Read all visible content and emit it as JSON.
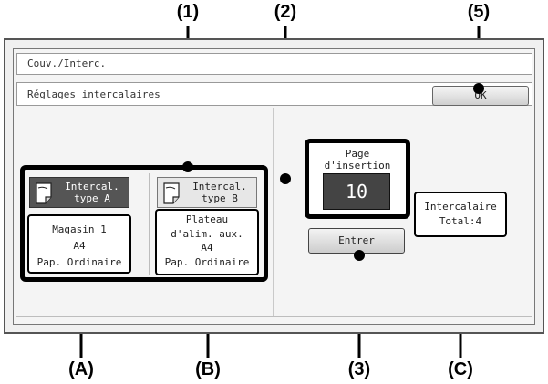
{
  "screen": {
    "title": "Couv./Interc.",
    "subtitle": "Réglages intercalaires",
    "ok_label": "OK"
  },
  "insert_types": [
    {
      "label_line1": "Intercal.",
      "label_line2": "type A",
      "selected": true,
      "source": [
        "Magasin 1",
        "A4",
        "Pap. Ordinaire"
      ]
    },
    {
      "label_line1": "Intercal.",
      "label_line2": "type B",
      "selected": false,
      "source": [
        "Plateau",
        "d'alim. aux.",
        "A4",
        "Pap. Ordinaire"
      ]
    }
  ],
  "page_insertion": {
    "label_line1": "Page",
    "label_line2": "d'insertion",
    "value": "10"
  },
  "entrer_label": "Entrer",
  "total": {
    "line1": "Intercalaire",
    "line2": "Total:4"
  },
  "callouts": {
    "c1": "(1)",
    "c2": "(2)",
    "c3": "(3)",
    "c5": "(5)",
    "cA": "(A)",
    "cB": "(B)",
    "cC": "(C)"
  },
  "colors": {
    "selected_button": "#555555",
    "callout": "#000000"
  }
}
